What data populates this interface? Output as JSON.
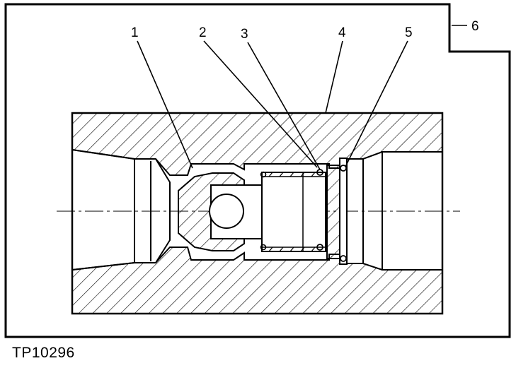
{
  "figure": {
    "id_label": "TP10296",
    "callouts": [
      {
        "number": "1",
        "name": "callout-1"
      },
      {
        "number": "2",
        "name": "callout-2"
      },
      {
        "number": "3",
        "name": "callout-3"
      },
      {
        "number": "4",
        "name": "callout-4"
      },
      {
        "number": "5",
        "name": "callout-5"
      },
      {
        "number": "6",
        "name": "callout-6"
      }
    ],
    "colors": {
      "ink": "#000000",
      "paper": "#ffffff"
    }
  }
}
